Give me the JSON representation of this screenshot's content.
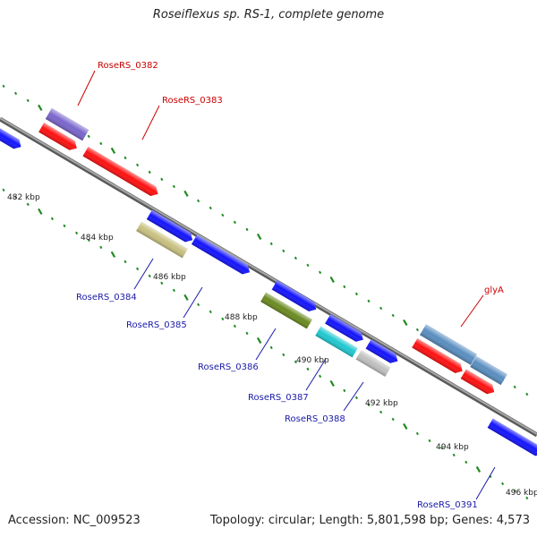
{
  "title": "Roseiflexus sp. RS-1, complete genome",
  "footer": {
    "accession": "Accession: NC_009523",
    "info": "Topology: circular; Length: 5,801,598 bp; Genes: 4,573"
  },
  "axis_ticks": [
    "482 kbp",
    "484 kbp",
    "486 kbp",
    "488 kbp",
    "490 kbp",
    "492 kbp",
    "494 kbp",
    "496 kbp"
  ],
  "gene_labels": {
    "r0382": "RoseRS_0382",
    "r0383": "RoseRS_0383",
    "glyA": "glyA",
    "r0384": "RoseRS_0384",
    "r0385": "RoseRS_0385",
    "r0386": "RoseRS_0386",
    "r0387": "RoseRS_0387",
    "r0388": "RoseRS_0388",
    "r0391": "RoseRS_0391"
  },
  "colors": {
    "backbone": "#8a8a8a",
    "dots": "#1f8a1f",
    "red": "#ff1010",
    "blue": "#1414ff",
    "purple": "#7a66cc",
    "khaki": "#c8c080",
    "olive": "#6a8a20",
    "cyan": "#20c8d0",
    "gray": "#c0c0c0",
    "steelblue": "#5a8ec0"
  }
}
